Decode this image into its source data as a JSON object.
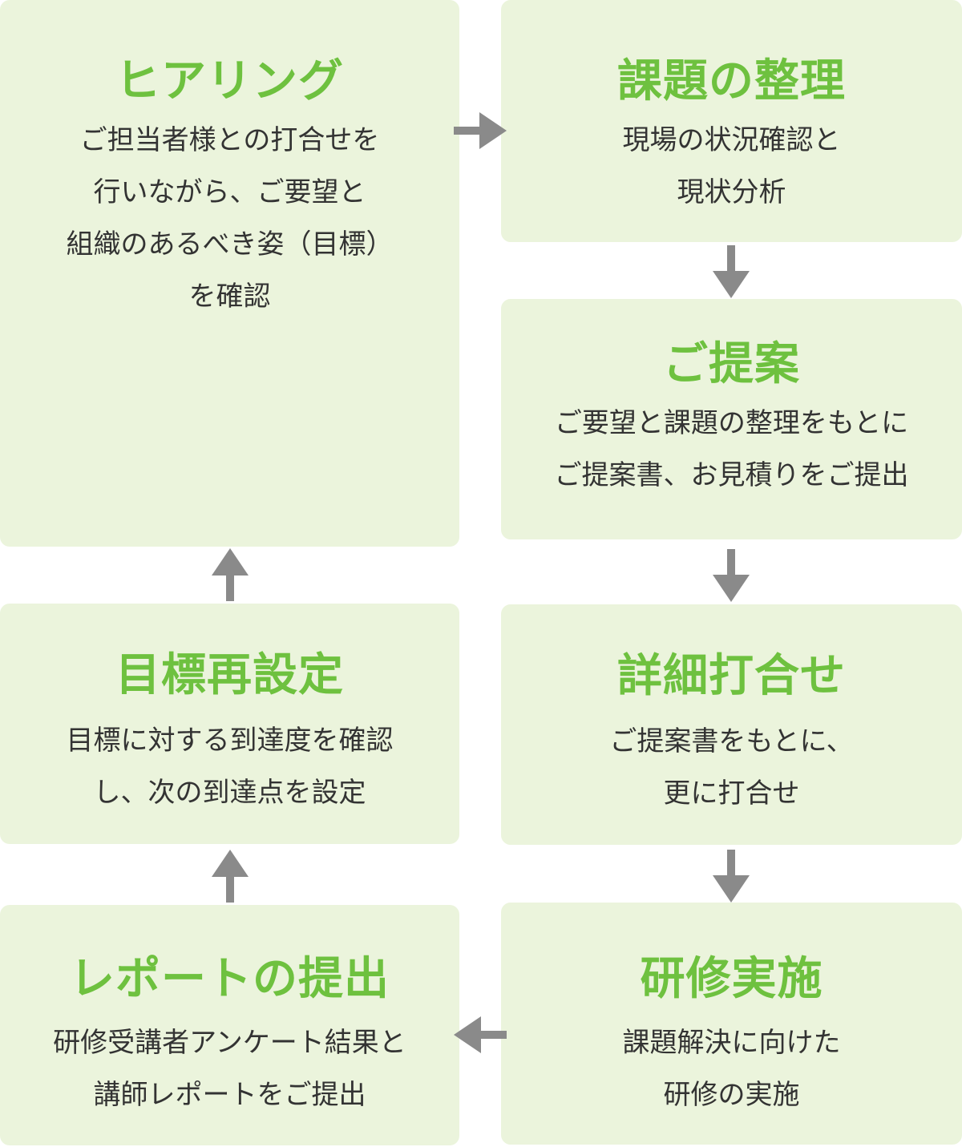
{
  "diagram": {
    "steps": [
      {
        "title": "ヒアリング",
        "lines": [
          "ご担当者様との打合せを",
          "行いながら、ご要望と",
          "組織のあるべき姿（目標）",
          "を確認"
        ]
      },
      {
        "title": "課題の整理",
        "lines": [
          "現場の状況確認と",
          "現状分析"
        ]
      },
      {
        "title": "ご提案",
        "lines": [
          "ご要望と課題の整理をもとに",
          "ご提案書、お見積りをご提出"
        ]
      },
      {
        "title": "詳細打合せ",
        "lines": [
          "ご提案書をもとに、",
          "更に打合せ"
        ]
      },
      {
        "title": "研修実施",
        "lines": [
          "課題解決に向けた",
          "研修の実施"
        ]
      },
      {
        "title": "レポートの提出",
        "lines": [
          "研修受講者アンケート結果と",
          "講師レポートをご提出"
        ]
      },
      {
        "title": "目標再設定",
        "lines": [
          "目標に対する到達度を確認",
          "し、次の到達点を設定"
        ]
      }
    ],
    "colors": {
      "box_background": "#ebf4dc",
      "title": "#6ec13f",
      "text": "#333333",
      "arrow": "#8a8a8a"
    }
  }
}
